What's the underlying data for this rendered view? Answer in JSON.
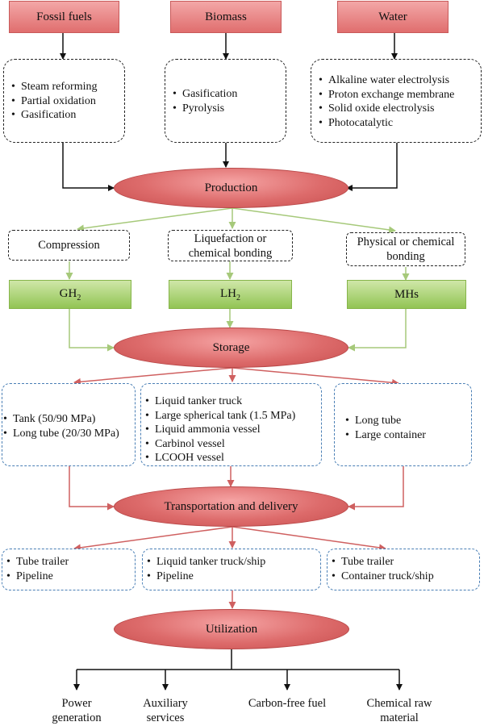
{
  "sources": [
    {
      "label": "Fossil fuels",
      "items": [
        "Steam reforming",
        "Partial oxidation",
        "Gasification"
      ]
    },
    {
      "label": "Biomass",
      "items": [
        "Gasification",
        "Pyrolysis"
      ]
    },
    {
      "label": "Water",
      "items": [
        "Alkaline water electrolysis",
        "Proton exchange membrane",
        "Solid oxide electrolysis",
        "Photocatalytic"
      ]
    }
  ],
  "stages": {
    "production": "Production",
    "storage": "Storage",
    "transport": "Transportation and delivery",
    "utilization": "Utilization"
  },
  "storage_methods": [
    {
      "method": "Compression",
      "form": "GH",
      "form_sub": "2"
    },
    {
      "method": "Liquefaction or chemical bonding",
      "form": "LH",
      "form_sub": "2"
    },
    {
      "method": "Physical or chemical bonding",
      "form": "MHs",
      "form_sub": ""
    }
  ],
  "storage_options": [
    [
      "Tank (50/90 MPa)",
      "Long tube (20/30 MPa)"
    ],
    [
      "Liquid tanker truck",
      "Large spherical tank (1.5 MPa)",
      "Liquid ammonia vessel",
      "Carbinol vessel",
      "LCOOH vessel"
    ],
    [
      "Long tube",
      "Large container"
    ]
  ],
  "delivery_options": [
    [
      "Tube trailer",
      "Pipeline"
    ],
    [
      "Liquid tanker truck/ship",
      "Pipeline"
    ],
    [
      "Tube trailer",
      "Container truck/ship"
    ]
  ],
  "outcomes": [
    "Power generation",
    "Auxiliary services",
    "Carbon-free fuel",
    "Chemical raw material"
  ],
  "colors": {
    "source_fill": "#e58080",
    "stage_fill": "#dd6b6b",
    "green_fill": "#a6cf6e",
    "green_arrow": "#a6c97a",
    "red_arrow": "#cf6060",
    "blue_dash": "#4a7fb5"
  }
}
